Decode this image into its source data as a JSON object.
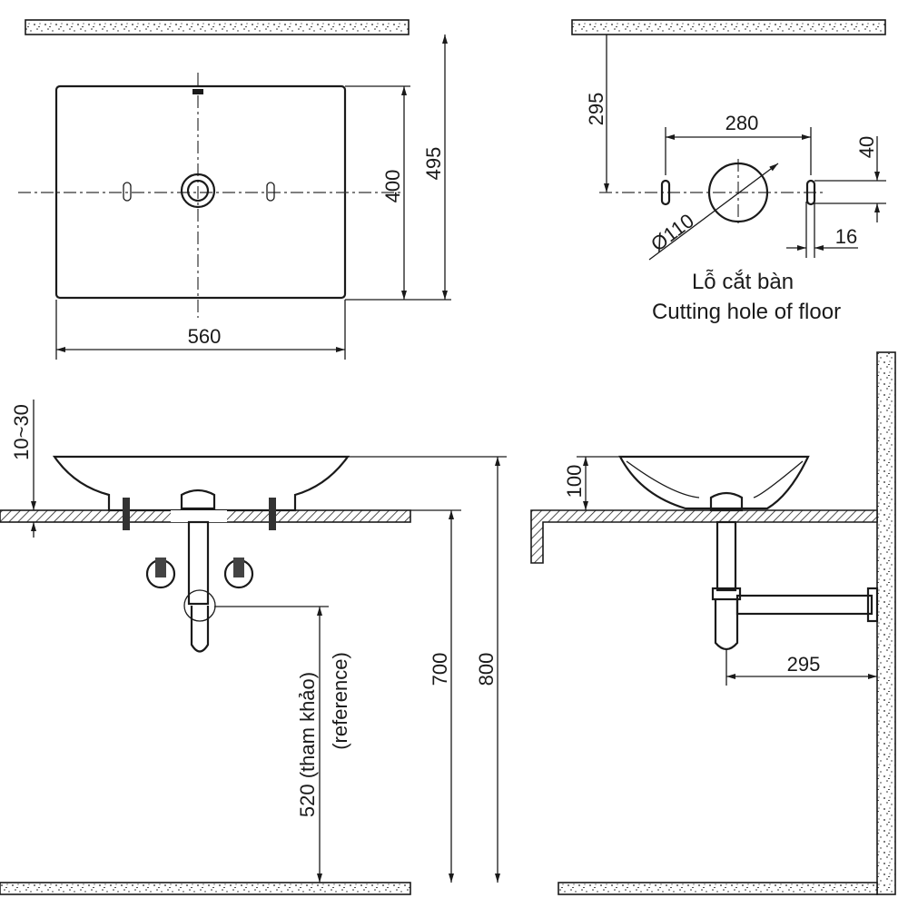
{
  "top_view": {
    "width_dim": "560",
    "depth_dim": "400",
    "wall_dim": "495"
  },
  "cutting_hole": {
    "wall_dim": "295",
    "hole_spacing_dim": "280",
    "slot_length_dim": "40",
    "slot_width_dim": "16",
    "diameter_dim": "Ø110",
    "caption_vi": "Lỗ cắt bàn",
    "caption_en": "Cutting hole of floor"
  },
  "front_view": {
    "counter_dim": "10~30",
    "trap_height_dim": "520 (tham khảo)",
    "trap_height_note": "(reference)",
    "counter_height_dim": "700",
    "basin_height_dim": "800"
  },
  "side_view": {
    "basin_depth_dim": "100",
    "trap_wall_dim": "295"
  }
}
